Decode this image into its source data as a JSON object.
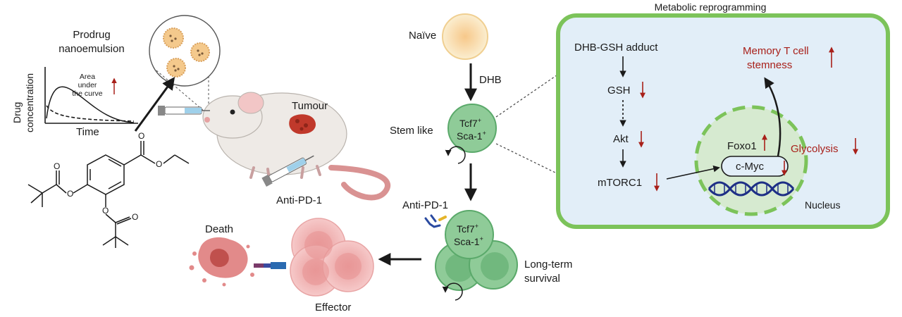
{
  "left_panel": {
    "prodrug_label_line1": "Prodrug",
    "prodrug_label_line2": "nanoemulsion",
    "y_axis_line1": "Drug",
    "y_axis_line2": "concentration",
    "x_axis": "Time",
    "auc_line1": "Area",
    "auc_line2": "under",
    "auc_line3": "the curve",
    "tumour_label": "Tumour",
    "anti_pd1_label": "Anti-PD-1",
    "death_label": "Death",
    "effector_label": "Effector"
  },
  "middle_panel": {
    "naive_label": "Naïve",
    "dhb_label": "DHB",
    "stem_like_label": "Stem like",
    "tcf7": "Tcf7",
    "sca1": "Sca-1",
    "plus": "+",
    "anti_pd1_label": "Anti-PD-1",
    "long_term_line1": "Long-term",
    "long_term_line2": "survival"
  },
  "right_panel": {
    "title": "Metabolic reprogramming",
    "dhb_gsh": "DHB-GSH adduct",
    "gsh": "GSH",
    "akt": "Akt",
    "mtorc1": "mTORC1",
    "memory_line1": "Memory T cell",
    "memory_line2": "stemness",
    "foxo1": "Foxo1",
    "glycolysis": "Glycolysis",
    "cmyc": "c-Myc",
    "nucleus": "Nucleus"
  },
  "colors": {
    "panel_border": "#7cc35a",
    "panel_fill": "#e2eef8",
    "nucleus_fill": "#d6ead0",
    "nucleus_border": "#7cc35a",
    "tcell_fill": "#8fcb98",
    "tcell_border": "#5aa96a",
    "naive_fill": "#f6d79a",
    "effector_fill": "#f3b5b5",
    "tumour_fill": "#c0392b",
    "mouse_fill": "#eeeae6",
    "tail_fill": "#e2a3a3",
    "dna_color": "#1e2f86",
    "down_up_arrow": "#a8201a"
  }
}
